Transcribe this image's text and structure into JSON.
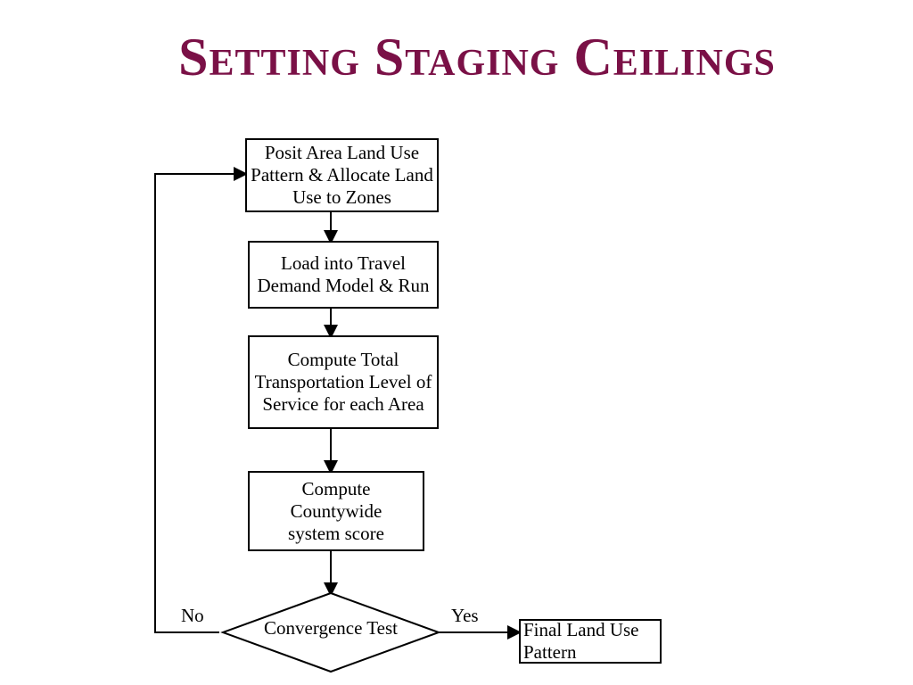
{
  "title": "Setting Staging Ceilings",
  "steps": {
    "posit": "Posit Area Land Use Pattern & Allocate Land Use to Zones",
    "load": "Load into Travel Demand Model & Run",
    "compute_los": "Compute Total Transportation Level of Service for each Area",
    "compute_score": "Compute Countywide system score"
  },
  "decision": {
    "label": "Convergence Test",
    "no": "No",
    "yes": "Yes"
  },
  "final": "Final Land Use Pattern",
  "colors": {
    "title": "#7a1046",
    "lines": "#000000"
  }
}
